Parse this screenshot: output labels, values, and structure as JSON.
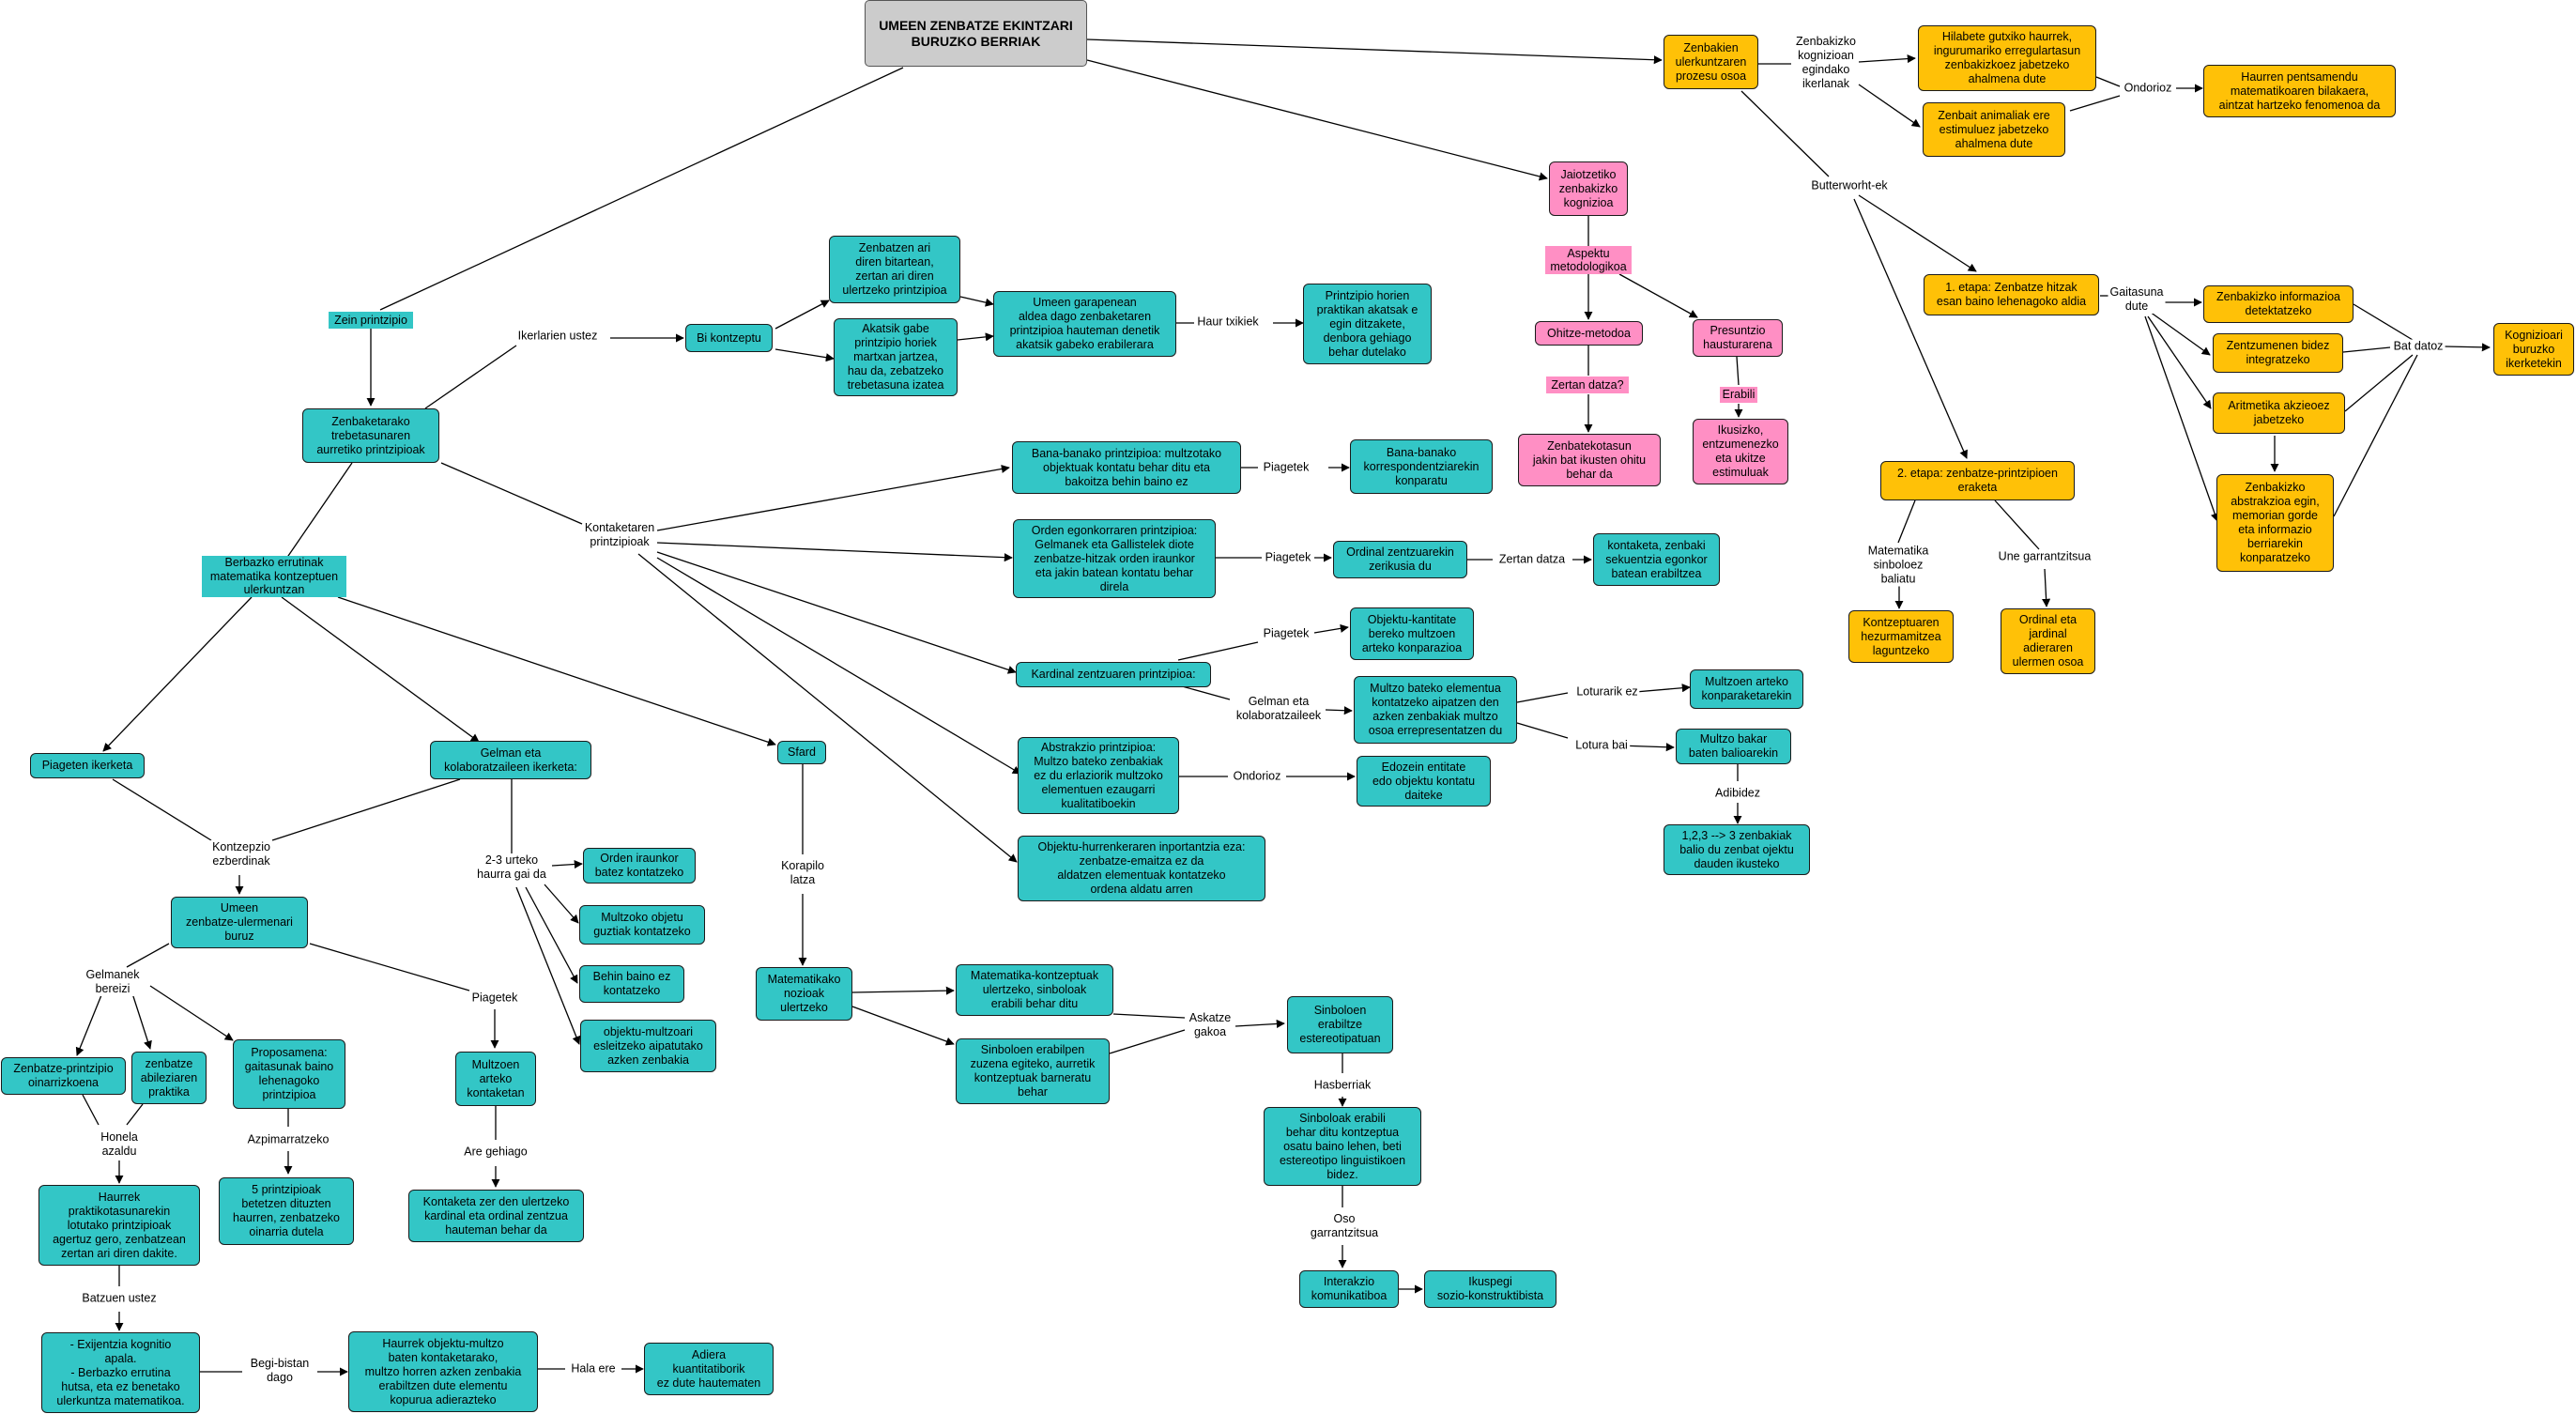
{
  "nodes": {
    "root": "UMEEN ZENBATZE EKINTZARI\nBURUZKO BERRIAK",
    "zein": "Zein printzipio",
    "trebetasun": "Zenbaketarako\ntrebetasunaren\naurretiko printzipioak",
    "bikontzeptu": "Bi kontzeptu",
    "zenbatzen": "Zenbatzen ari\ndiren bitartean,\nzertan ari diren\nulertzeko printzipioa",
    "akatsik": "Akatsik gabe\nprintzipio horiek\nmartxan jartzea,\nhau da, zebatzeko\ntrebetasuna izatea",
    "garapen": "Umeen garapenean\naldea dago zenbaketaren\nprintzipioa hauteman denetik\nakatsik gabeko erabilerara",
    "praktikan": "Printzipio horien\npraktikan akatsak e\negin ditzakete,\ndenbora gehiago\nbehar dutelako",
    "berbazko": "Berbazko errutinak\nmatematika kontzeptuen\nulerkuntzan",
    "bana": "Bana-banako printzipioa: multzotako\nobjektuak kontatu behar ditu eta\nbakoitza behin baino ez",
    "banakorr": "Bana-banako\nkorrespondentziarekin\nkonparatu",
    "orden": "Orden egonkorraren printzipioa:\nGelmanek eta Gallistelek diote\nzenbatze-hitzak orden iraunkor\neta jakin batean kontatu behar\ndirela",
    "ordinal": "Ordinal zentzuarekin\nzerikusia du",
    "kontaketa": "kontaketa, zenbaki\nsekuentzia egonkor\nbatean erabiltzea",
    "kardinal": "Kardinal zentzuaren printzipioa:",
    "objkantitate": "Objektu-kantitate\nbereko multzoen\narteko konparazioa",
    "multzobat": "Multzo bateko elementua\nkontatzeko aipatzen den\nazken zenbakiak multzo\nosoa errepresentatzen du",
    "multzoenarteko": "Multzoen arteko\nkonparaketarekin",
    "multzobakar": "Multzo bakar\nbaten balioarekin",
    "adib123": "1,2,3 --> 3 zenbakiak\nbalio du zenbat ojektu\ndauden ikusteko",
    "abstrakzio": "Abstrakzio printzipioa:\nMultzo bateko zenbakiak\nez du erlaziorik multzoko\nelementuen ezaugarri\nkualitatiboekin",
    "edozein": "Edozein entitate\nedo objektu kontatu\ndaiteke",
    "objhurr": "Objektu-hurrenkeraren inportantzia eza:\nzenbatze-emaitza ez da\naldatzen elementuak kontatzeko\nordena aldatu arren",
    "piageten": "Piageten ikerketa",
    "gelman": "Gelman eta\nkolaboratzaileen ikerketa:",
    "sfard": "Sfard",
    "umeenulermen": "Umeen\nzenbatze-ulermenari\nburuz",
    "ordeniraunkor": "Orden iraunkor\nbatez kontatzeko",
    "multzokoobj": "Multzoko objetu\nguztiak kontatzeko",
    "behin": "Behin baino ez\nkontatzeko",
    "objmultz": "objektu-multzoari\nesleitzeko aipatutako\nazken zenbakia",
    "zenbprintz": "Zenbatze-printzipio\noinarrizkoena",
    "abileziaren": "zenbatze\nabileziaren\npraktika",
    "proposamena": "Proposamena:\ngaitasunak baino\nlehenagoko\nprintzipioa",
    "multzoenkont": "Multzoen\narteko\nkontaketan",
    "bostprintz": "5 printzipioak\nbetetzen dituzten\nhaurren, zenbatzeko\noinarria dutela",
    "haurrekprakt": "Haurrek\npraktikotasunarekin\nlotutako printzipioak\nagertuz gero, zenbatzean\nzertan ari diren dakite.",
    "kontaketazer": "Kontaketa zer den ulertzeko\nkardinal eta ordinal zentzua\nhauteman behar da",
    "exijentzia": "- Exijentzia kognitio\napala.\n- Berbazko errutina\nhutsa, eta ez benetako\nulerkuntza matematikoa.",
    "haurrekobj": "Haurrek objektu-multzo\nbaten kontaketarako,\nmultzo horren azken zenbakia\nerabiltzen dute elementu\nkopurua adierazteko",
    "adiera": "Adiera\nkuantitatiborik\nez dute hautematen",
    "matnoziok": "Matematikako\nnozioak\nulertzeko",
    "matkontz": "Matematika-kontzeptuak\nulertzeko, sinboloak\nerabili behar ditu",
    "sinbolerab": "Sinboloen erabilpen\nzuzena egiteko, aurretik\nkontzeptuak barneratu\nbehar",
    "sinbolester": "Sinboloen\nerabiltze\nestereotipatuan",
    "sinboloakerab": "Sinboloak erabili\nbehar ditu kontzeptua\nosatu baino lehen, beti\nestereotipo linguistikoen\nbidez.",
    "interakzio": "Interakzio\nkomunikatiboa",
    "ikuspegi": "Ikuspegi\nsozio-konstruktibista",
    "jaiotzetiko": "Jaiotzetiko\nzenbakizko\nkognizioa",
    "aspektu": "Aspektu\nmetodologikoa",
    "ohitze": "Ohitze-metodoa",
    "presuntzio": "Presuntzio\nhausturarena",
    "zertandatza": "Zertan datza?",
    "erabili": "Erabili",
    "zenbatekotasun": "Zenbatekotasun\njakin bat ikusten ohitu\nbehar da",
    "ikusizko": "Ikusizko,\nentzumenezko\neta ukitze\nestimuluak",
    "zenbakienulerk": "Zenbakien\nulerkuntzaren\nprozesu osoa",
    "hilabete": "Hilabete gutxiko haurrek,\ningurumariko erregulartasun\nzenbakizkoez jabetzeko\nahalmena dute",
    "zenbaitanim": "Zenbait animaliak ere\nestimuluez jabetzeko\nahalmena dute",
    "haurrenpents": "Haurren pentsamendu\nmatematikoaren bilakaera,\naintzat hartzeko fenomenoa da",
    "etapa1": "1. etapa: Zenbatze hitzak\nesan baino lehenagoko aldia",
    "zenbinform": "Zenbakizko informazioa\ndetektatzeko",
    "zentzumen": "Zentzumenen bidez\nintegratzeko",
    "aritmetika": "Aritmetika akzieoez\njabetzeko",
    "zenbabstr": "Zenbakizko\nabstrakzioa egin,\nmemorian gorde\neta informazio\nberriarekin\nkonparatzeko",
    "kognizioari": "Kognizioari\nburuzko\nikerketekin",
    "etapa2": "2. etapa: zenbatze-printzipioen\neraketa",
    "kontzeptuaren": "Kontzeptuaren\nhezurmamitzea\nlaguntzeko",
    "ordinaljard": "Ordinal eta\njardinal\nadieraren\nulermen osoa"
  },
  "links": {
    "ikerlarien": "Ikerlarien ustez",
    "haurtxik": "Haur txikiek",
    "kontaketaren": "Kontaketaren\nprintzipioak",
    "piagetek1": "Piagetek",
    "piagetek2": "Piagetek",
    "zertandatza2": "Zertan datza",
    "piagetek3": "Piagetek",
    "gelmanetakol": "Gelman eta\nkolaboratzaileek",
    "loturarikez": "Loturarik ez",
    "loturabai": "Lotura bai",
    "adibidez": "Adibidez",
    "ondorioz1": "Ondorioz",
    "kontzepzio": "Kontzepzio\nezberdinak",
    "urteko23": "2-3 urteko\nhaurra gai da",
    "gelmanek": "Gelmanek\nbereizi",
    "piagetek4": "Piagetek",
    "honela": "Honela\nazaldu",
    "azpimarratzeko": "Azpimarratzeko",
    "aregehiago": "Are gehiago",
    "batzuenustez": "Batzuen ustez",
    "begibistan": "Begi-bistan\ndago",
    "halaere": "Hala ere",
    "korapilo": "Korapilo\nlatza",
    "askatze": "Askatze\ngakoa",
    "hasberriak": "Hasberriak",
    "oso": "Oso\ngarrantzitsua",
    "zenbkognizioan": "Zenbakizko\nkognizioan\negindako\nikerlanak",
    "ondorioz2": "Ondorioz",
    "butterworht": "Butterworht-ek",
    "gaitasuna": "Gaitasuna\ndute",
    "batdatoz": "Bat datoz",
    "matsinbol": "Matematika\nsinboloez\nbaliatu",
    "unegarr": "Une garrantzitsua"
  },
  "colors": {
    "teal": "#33c6c6",
    "yellow": "#ffc107",
    "pink": "#ff8fc4",
    "root": "#cccccc"
  }
}
